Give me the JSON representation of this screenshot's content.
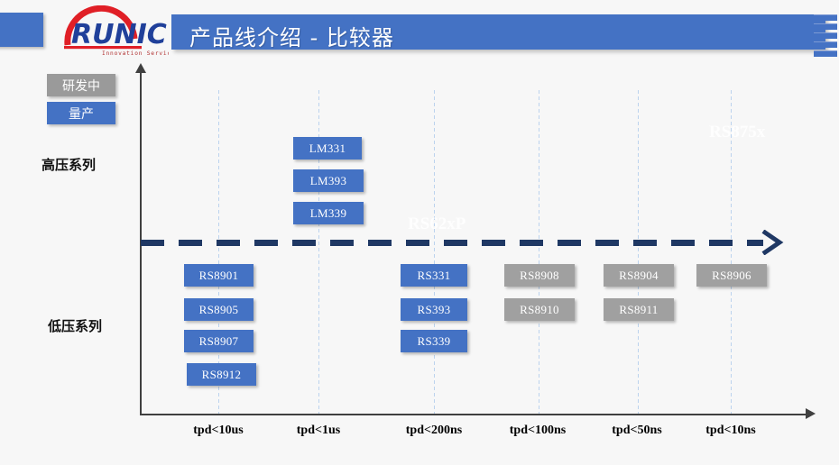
{
  "header": {
    "title": "产品线介绍 - 比较器",
    "logo": {
      "name": "RUNIC",
      "tagline": "Innovation Service"
    }
  },
  "legend": [
    {
      "label": "研发中",
      "color": "#9a9a9a",
      "status": "in-development"
    },
    {
      "label": "量产",
      "color": "#4472c4",
      "status": "mass-production"
    }
  ],
  "axes": {
    "y_series": [
      {
        "label": "高压系列"
      },
      {
        "label": "低压系列"
      }
    ],
    "x_ticks": [
      "tpd<10us",
      "tpd<1us",
      "tpd<200ns",
      "tpd<100ns",
      "tpd<50ns",
      "tpd<10ns"
    ]
  },
  "watermarks": [
    {
      "text": "RS62xP"
    },
    {
      "text": "RS875x"
    }
  ],
  "chart_data": {
    "type": "scatter",
    "title": "产品线介绍 - 比较器",
    "xlabel": "",
    "ylabel": "",
    "categories": [
      "tpd<10us",
      "tpd<1us",
      "tpd<200ns",
      "tpd<100ns",
      "tpd<50ns",
      "tpd<10ns"
    ],
    "rows": [
      "高压系列",
      "低压系列"
    ],
    "legend": [
      "研发中",
      "量产"
    ],
    "items": [
      {
        "label": "LM331",
        "category": "tpd<1us",
        "row": "高压系列",
        "status": "量产"
      },
      {
        "label": "LM393",
        "category": "tpd<1us",
        "row": "高压系列",
        "status": "量产"
      },
      {
        "label": "LM339",
        "category": "tpd<1us",
        "row": "高压系列",
        "status": "量产"
      },
      {
        "label": "RS8901",
        "category": "tpd<10us",
        "row": "低压系列",
        "status": "量产"
      },
      {
        "label": "RS8905",
        "category": "tpd<10us",
        "row": "低压系列",
        "status": "量产"
      },
      {
        "label": "RS8907",
        "category": "tpd<10us",
        "row": "低压系列",
        "status": "量产"
      },
      {
        "label": "RS8912",
        "category": "tpd<10us",
        "row": "低压系列",
        "status": "量产"
      },
      {
        "label": "RS331",
        "category": "tpd<200ns",
        "row": "低压系列",
        "status": "量产"
      },
      {
        "label": "RS393",
        "category": "tpd<200ns",
        "row": "低压系列",
        "status": "量产"
      },
      {
        "label": "RS339",
        "category": "tpd<200ns",
        "row": "低压系列",
        "status": "量产"
      },
      {
        "label": "RS8908",
        "category": "tpd<100ns",
        "row": "低压系列",
        "status": "研发中"
      },
      {
        "label": "RS8910",
        "category": "tpd<100ns",
        "row": "低压系列",
        "status": "研发中"
      },
      {
        "label": "RS8904",
        "category": "tpd<50ns",
        "row": "低压系列",
        "status": "研发中"
      },
      {
        "label": "RS8911",
        "category": "tpd<50ns",
        "row": "低压系列",
        "status": "研发中"
      },
      {
        "label": "RS8906",
        "category": "tpd<10ns",
        "row": "低压系列",
        "status": "研发中"
      }
    ]
  },
  "parts": {
    "lm331": "LM331",
    "lm393": "LM393",
    "lm339": "LM339",
    "rs8901": "RS8901",
    "rs8905": "RS8905",
    "rs8907": "RS8907",
    "rs8912": "RS8912",
    "rs331": "RS331",
    "rs393": "RS393",
    "rs339": "RS339",
    "rs8908": "RS8908",
    "rs8910": "RS8910",
    "rs8904": "RS8904",
    "rs8911": "RS8911",
    "rs8906": "RS8906"
  },
  "colors": {
    "brand_blue": "#4472c4",
    "gray": "#a0a0a0",
    "navy": "#1f3864",
    "logo_red": "#e01f26",
    "logo_blue": "#20409a",
    "background": "#f7f7f7"
  }
}
